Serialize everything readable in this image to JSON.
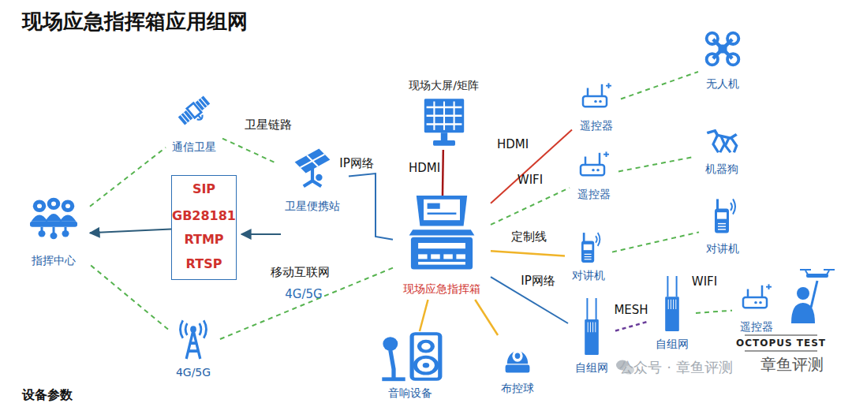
{
  "diagram": {
    "title": "现场应急指挥箱应用组网",
    "nodes": [
      {
        "text": [
          "通信卫星"
        ]
      },
      {
        "text": [
          "现场大屏/矩阵"
        ]
      },
      {
        "text": [
          "遥控器"
        ]
      },
      {
        "text": [
          "无人机"
        ]
      },
      {
        "text": [
          "卫星便携站"
        ]
      },
      {
        "text": [
          "遥控器"
        ]
      },
      {
        "text": [
          "机器狗"
        ]
      },
      {
        "text": [
          "指挥中心"
        ]
      },
      {
        "text": [
          "SIP",
          "GB28181",
          "RTMP",
          "RTSP"
        ]
      },
      {
        "text": [
          "现场应急指挥箱"
        ]
      },
      {
        "text": [
          "对讲机"
        ]
      },
      {
        "text": [
          "对讲机"
        ]
      },
      {
        "text": [
          "自组网"
        ]
      },
      {
        "text": [
          "遥控器"
        ]
      },
      {
        "text": [
          "自组网"
        ]
      },
      {
        "text": [
          "4G/5G"
        ]
      },
      {
        "text": [
          "音响设备"
        ]
      },
      {
        "text": [
          "布控球"
        ]
      }
    ],
    "edges": [
      {
        "from": 7,
        "to": 0,
        "arrow": "none"
      },
      {
        "from": 0,
        "to": 4,
        "label": "卫星链路",
        "arrow": "none"
      },
      {
        "from": 4,
        "to": 9,
        "label": "IP网络",
        "arrow": "none"
      },
      {
        "from": 9,
        "to": 1,
        "label": "HDMI",
        "arrow": "none"
      },
      {
        "from": 9,
        "to": 2,
        "label": "HDMI",
        "arrow": "none"
      },
      {
        "from": 2,
        "to": 3,
        "arrow": "none"
      },
      {
        "from": 9,
        "to": 5,
        "label": "WIFI",
        "arrow": "none"
      },
      {
        "from": 5,
        "to": 6,
        "arrow": "none"
      },
      {
        "from": 9,
        "to": 10,
        "label": "定制线",
        "arrow": "none"
      },
      {
        "from": 10,
        "to": 11,
        "arrow": "none"
      },
      {
        "from": 9,
        "to": 14,
        "label": "IP网络",
        "arrow": "none"
      },
      {
        "from": 14,
        "to": 12,
        "label": "MESH",
        "arrow": "none"
      },
      {
        "from": 12,
        "to": 13,
        "label": "WIFI",
        "arrow": "none"
      },
      {
        "from": 9,
        "to": 15,
        "label": "移动互联网",
        "arrow": "none"
      },
      {
        "from": 15,
        "to": 7,
        "arrow": "none"
      },
      {
        "from": 9,
        "to": 16,
        "arrow": "none"
      },
      {
        "from": 9,
        "to": 17,
        "arrow": "none"
      },
      {
        "from": 8,
        "to": 7,
        "arrow": "to"
      }
    ],
    "labels": [
      "4G/5G",
      "公众号 · 章鱼评测",
      "OCTOPUS TEST",
      "章鱼评测",
      "设备参数"
    ]
  }
}
